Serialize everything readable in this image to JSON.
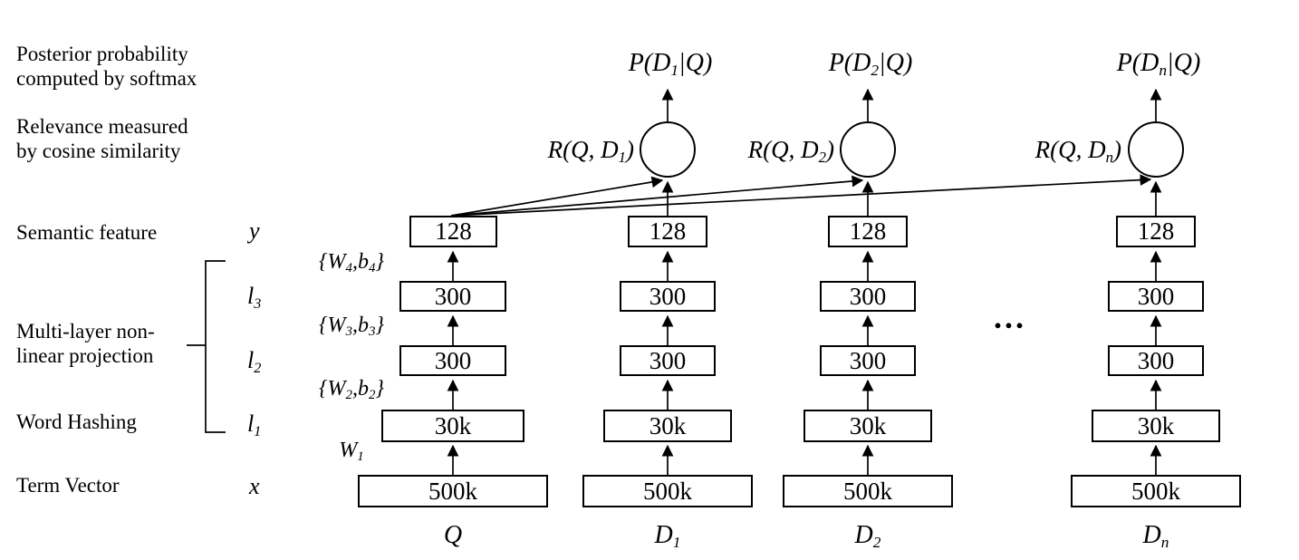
{
  "colors": {
    "line": "#000000",
    "background": "#ffffff"
  },
  "annotations": {
    "posterior": [
      "Posterior probability",
      "computed by softmax"
    ],
    "relevance": [
      "Relevance measured",
      "by cosine similarity"
    ],
    "semantic_feature": "Semantic feature",
    "projection": [
      "Multi-layer non-",
      "linear projection"
    ],
    "word_hashing": "Word Hashing",
    "term_vector": "Term Vector"
  },
  "layer_vars": [
    {
      "base": "y",
      "sub": ""
    },
    {
      "base": "l",
      "sub": "3"
    },
    {
      "base": "l",
      "sub": "2"
    },
    {
      "base": "l",
      "sub": "1"
    },
    {
      "base": "x",
      "sub": ""
    }
  ],
  "weights": [
    {
      "pre": "{W",
      "sub1": "4",
      "mid": ",b",
      "sub2": "4",
      "post": "}"
    },
    {
      "pre": "{W",
      "sub1": "3",
      "mid": ",b",
      "sub2": "3",
      "post": "}"
    },
    {
      "pre": "{W",
      "sub1": "2",
      "mid": ",b",
      "sub2": "2",
      "post": "}"
    },
    {
      "pre": "W",
      "sub1": "1",
      "mid": "",
      "sub2": "",
      "post": ""
    }
  ],
  "columns": [
    {
      "bottom_base": "Q",
      "bottom_sub": "",
      "boxes": [
        "128",
        "300",
        "300",
        "30k",
        "500k"
      ]
    },
    {
      "bottom_base": "D",
      "bottom_sub": "1",
      "boxes": [
        "128",
        "300",
        "300",
        "30k",
        "500k"
      ],
      "posterior_pre": "P(D",
      "posterior_sub": "1",
      "posterior_post": "|Q)",
      "relevance_pre": "R(Q, D",
      "relevance_sub": "1",
      "relevance_post": ")"
    },
    {
      "bottom_base": "D",
      "bottom_sub": "2",
      "boxes": [
        "128",
        "300",
        "300",
        "30k",
        "500k"
      ],
      "posterior_pre": "P(D",
      "posterior_sub": "2",
      "posterior_post": "|Q)",
      "relevance_pre": "R(Q, D",
      "relevance_sub": "2",
      "relevance_post": ")"
    },
    {
      "bottom_base": "D",
      "bottom_sub": "n",
      "boxes": [
        "128",
        "300",
        "300",
        "30k",
        "500k"
      ],
      "posterior_pre": "P(D",
      "posterior_sub": "n",
      "posterior_post": "|Q)",
      "relevance_pre": "R(Q, D",
      "relevance_sub": "n",
      "relevance_post": ")"
    }
  ],
  "separator": "..."
}
